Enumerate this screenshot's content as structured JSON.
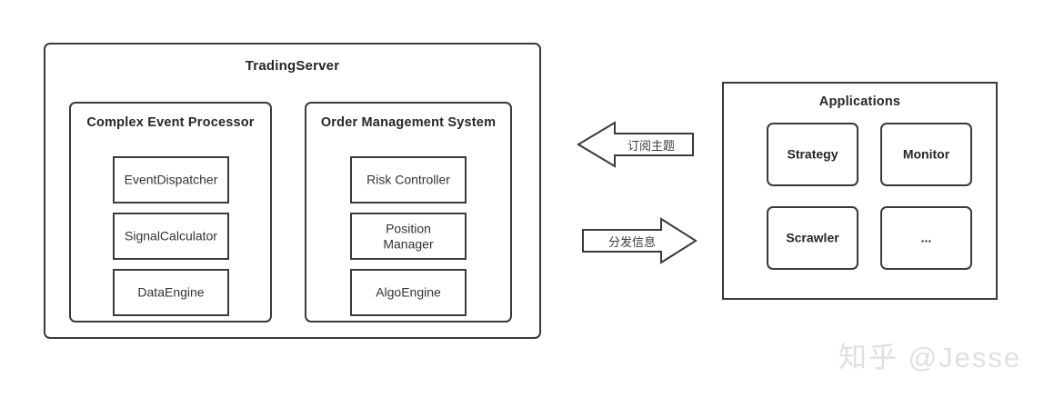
{
  "diagram": {
    "title_text": "TradingServer",
    "watermark": "知乎 @Jesse",
    "colors": {
      "stroke": "#3a3a3a",
      "text": "#333333",
      "title_text": "#262626",
      "background": "#ffffff",
      "watermark": "#e0e0e2"
    }
  },
  "trading_server": {
    "label": "TradingServer",
    "groups": [
      {
        "id": "cep",
        "label": "Complex Event Processor",
        "items": [
          {
            "label": "EventDispatcher"
          },
          {
            "label": "SignalCalculator"
          },
          {
            "label": "DataEngine"
          }
        ]
      },
      {
        "id": "oms",
        "label": "Order Management System",
        "items": [
          {
            "label": "Risk Controller"
          },
          {
            "label": "Position\nManager"
          },
          {
            "label": "AlgoEngine"
          }
        ]
      }
    ]
  },
  "applications": {
    "label": "Applications",
    "items": [
      {
        "label": "Strategy"
      },
      {
        "label": "Monitor"
      },
      {
        "label": "Scrawler"
      },
      {
        "label": "..."
      }
    ]
  },
  "arrows": [
    {
      "id": "subscribe",
      "label": "订阅主题",
      "direction": "left",
      "meaning": "Applications subscribe to topics from TradingServer"
    },
    {
      "id": "distribute",
      "label": "分发信息",
      "direction": "right",
      "meaning": "TradingServer distributes information to Applications"
    }
  ]
}
